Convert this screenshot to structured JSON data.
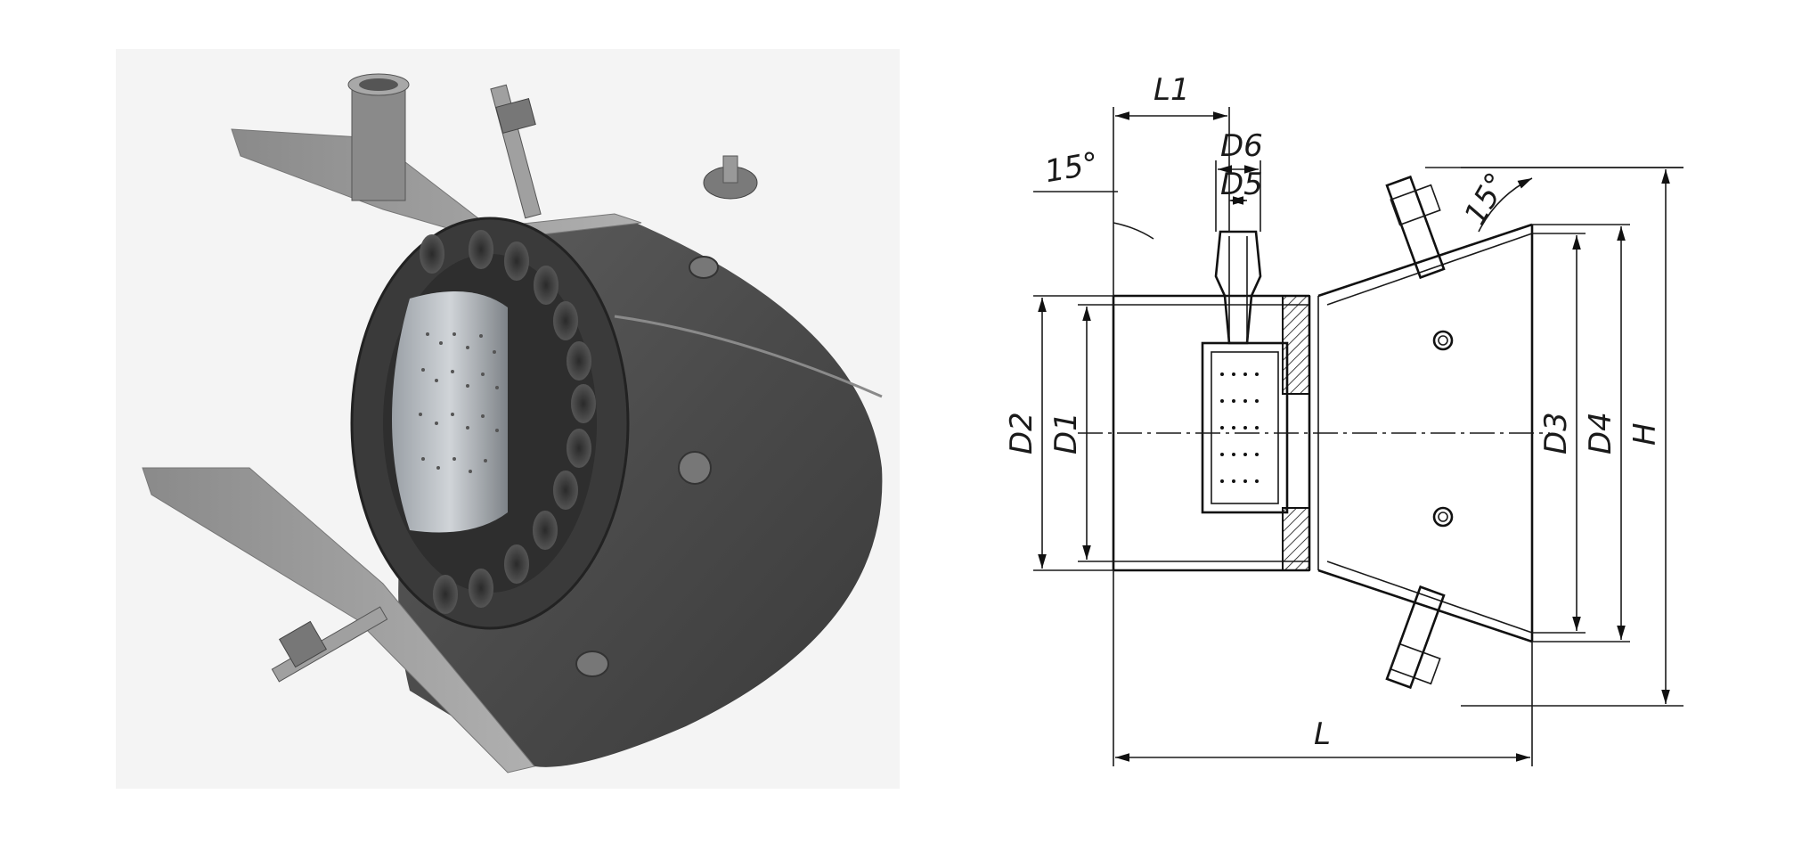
{
  "figure": {
    "render_alt": "",
    "drawing": {
      "angle_left": "15°",
      "angle_right": "15°",
      "labels": {
        "L1": "L1",
        "D6": "D6",
        "D5": "D5",
        "D2": "D2",
        "D1": "D1",
        "D3": "D3",
        "D4": "D4",
        "H": "H",
        "L": "L"
      }
    }
  },
  "colors": {
    "metal_dark": "#3c3c3c",
    "metal_mid": "#6a6a6a",
    "metal_light": "#b8b8b8",
    "line": "#1a1a1a"
  }
}
